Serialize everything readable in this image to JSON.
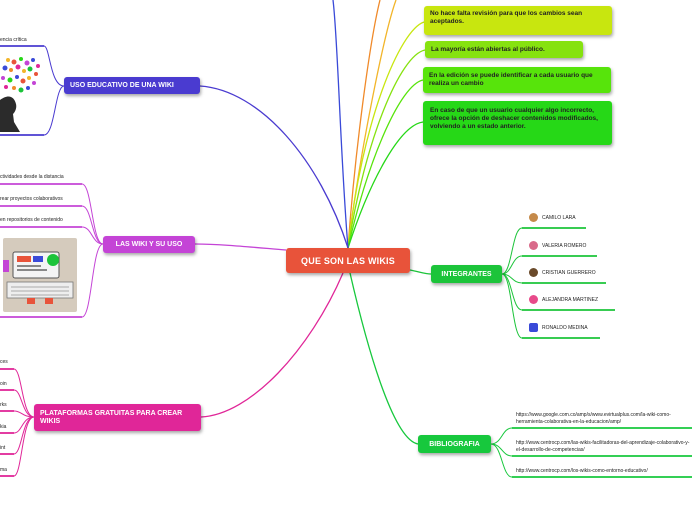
{
  "central": "QUE SON LAS WIKIS",
  "topics": {
    "uso_educativo": "USO EDUCATIVO DE UNA WIKI",
    "las_wiki_y_su_uso": "LAS WIKI Y SU USO",
    "plataformas": "PLATAFORMAS GRATUITAS PARA CREAR WIKIS",
    "integrantes": "INTEGRANTES",
    "bibliografia": "BIBLIOGRAFIA"
  },
  "features": [
    "No hace falta revisión para que los cambios sean aceptados.",
    "La mayoría están abiertas al público.",
    "En la edición se puede identificar a cada usuario que realiza un cambio",
    "En caso de que un usuario cualquier algo incorrecto, ofrece la opción de deshacer contenidos modificados, volviendo a un estado anterior."
  ],
  "uso_educativo_leaf": "encia crítica",
  "uso_leaves": [
    "ctividades desde la distancia",
    "rear proyectos colaborativos",
    "en repositorios de contenido"
  ],
  "plataformas_leaves": [
    "ces",
    "oin",
    "rks",
    "kia",
    "int",
    "ma"
  ],
  "integrantes": [
    "CAMILO LARA",
    "VALERIA ROMERO",
    "CRISTIAN GUERRERO",
    "ALEJANDRA MARTINEZ",
    "RONALDO MEDINA"
  ],
  "bibliografia": [
    "https://www.google.com.co/amp/s/www.evirtualplus.com/la-wiki-como-herramienta-colaborativa-en-la-educacion/amp/",
    "http://www.centrocp.com/las-wikis-facilitadoras-del-aprendizaje-colaborativo-y-el-desarrollo-de-competencias/",
    "http://www.centrocp.com/los-wikis-como-entorno-educativo/"
  ],
  "colors": {
    "central": "#e8533a",
    "uso_educativo": "#4a3bd0",
    "las_wiki": "#c444d6",
    "plataformas": "#e02698",
    "integrantes": "#1cc43a",
    "bibliografia": "#17c83d"
  }
}
